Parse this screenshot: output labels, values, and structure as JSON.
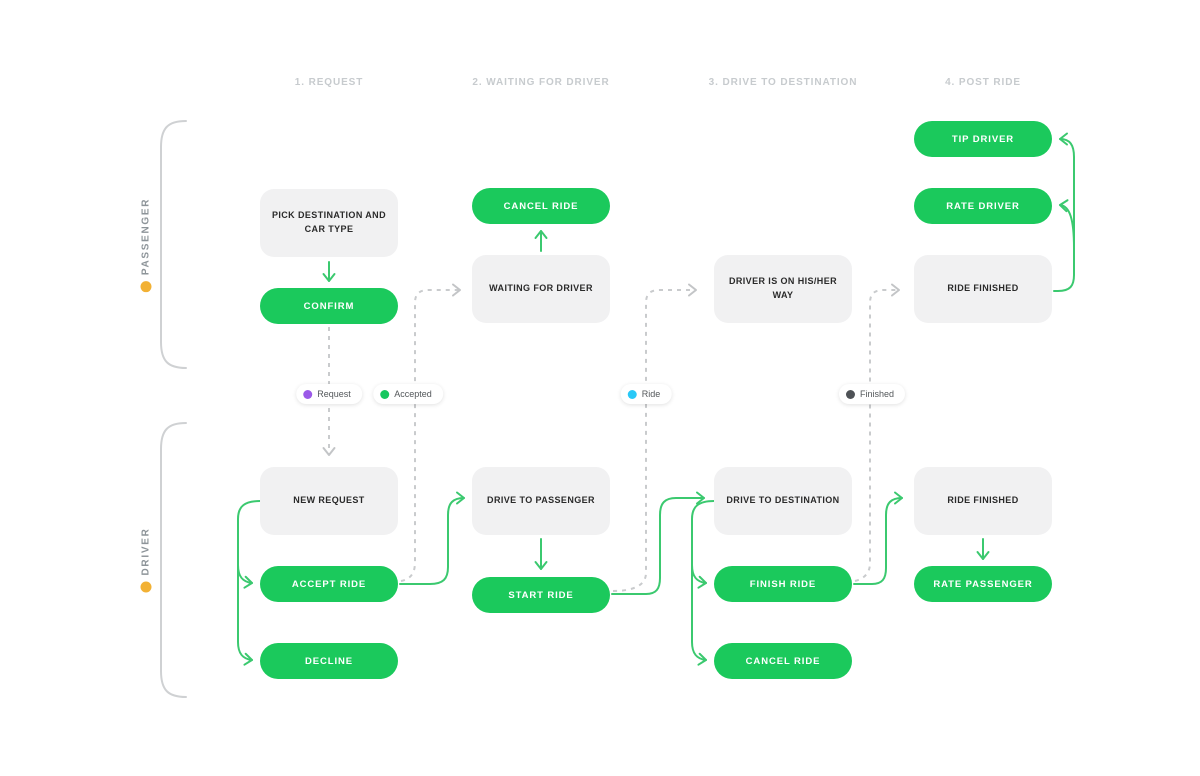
{
  "columns": [
    {
      "label": "1. REQUEST"
    },
    {
      "label": "2. WAITING FOR DRIVER"
    },
    {
      "label": "3. DRIVE TO DESTINATION"
    },
    {
      "label": "4. POST RIDE"
    }
  ],
  "lanes": {
    "passenger": {
      "label": "PASSENGER",
      "icon": "yellow-smiley-emoji"
    },
    "driver": {
      "label": "DRIVER",
      "icon": "yellow-driver-emoji"
    }
  },
  "nodes": {
    "pick_destination": {
      "label": "PICK DESTINATION AND CAR TYPE",
      "type": "state"
    },
    "confirm": {
      "label": "CONFIRM",
      "type": "action"
    },
    "cancel_ride_passenger": {
      "label": "CANCEL RIDE",
      "type": "action"
    },
    "waiting_for_driver": {
      "label": "WAITING FOR DRIVER",
      "type": "state"
    },
    "driver_on_way": {
      "label": "DRIVER IS ON HIS/HER WAY",
      "type": "state"
    },
    "tip_driver": {
      "label": "TIP DRIVER",
      "type": "action"
    },
    "rate_driver": {
      "label": "RATE DRIVER",
      "type": "action"
    },
    "ride_finished_passenger": {
      "label": "RIDE FINISHED",
      "type": "state"
    },
    "new_request": {
      "label": "NEW REQUEST",
      "type": "state"
    },
    "accept_ride": {
      "label": "ACCEPT RIDE",
      "type": "action"
    },
    "decline": {
      "label": "DECLINE",
      "type": "action"
    },
    "drive_to_passenger": {
      "label": "DRIVE TO PASSENGER",
      "type": "state"
    },
    "start_ride": {
      "label": "START RIDE",
      "type": "action"
    },
    "drive_to_destination": {
      "label": "DRIVE TO DESTINATION",
      "type": "state"
    },
    "finish_ride": {
      "label": "FINISH RIDE",
      "type": "action"
    },
    "cancel_ride_driver": {
      "label": "CANCEL RIDE",
      "type": "action"
    },
    "ride_finished_driver": {
      "label": "RIDE FINISHED",
      "type": "state"
    },
    "rate_passenger": {
      "label": "RATE PASSENGER",
      "type": "action"
    }
  },
  "events": [
    {
      "label": "Request",
      "dot_color": "#9b59e8"
    },
    {
      "label": "Accepted",
      "dot_color": "#17c75f"
    },
    {
      "label": "Ride",
      "dot_color": "#29c8f7"
    },
    {
      "label": "Finished",
      "dot_color": "#4e5256"
    }
  ],
  "colors": {
    "action_green": "#1bc95c",
    "arrow_green": "#3bc96f",
    "state_gray": "#f1f1f2",
    "dashed_gray": "#c9cbcd",
    "bracket_gray": "#cfd1d3",
    "header_gray": "#c7cbce",
    "lane_gray": "#8d9499"
  }
}
